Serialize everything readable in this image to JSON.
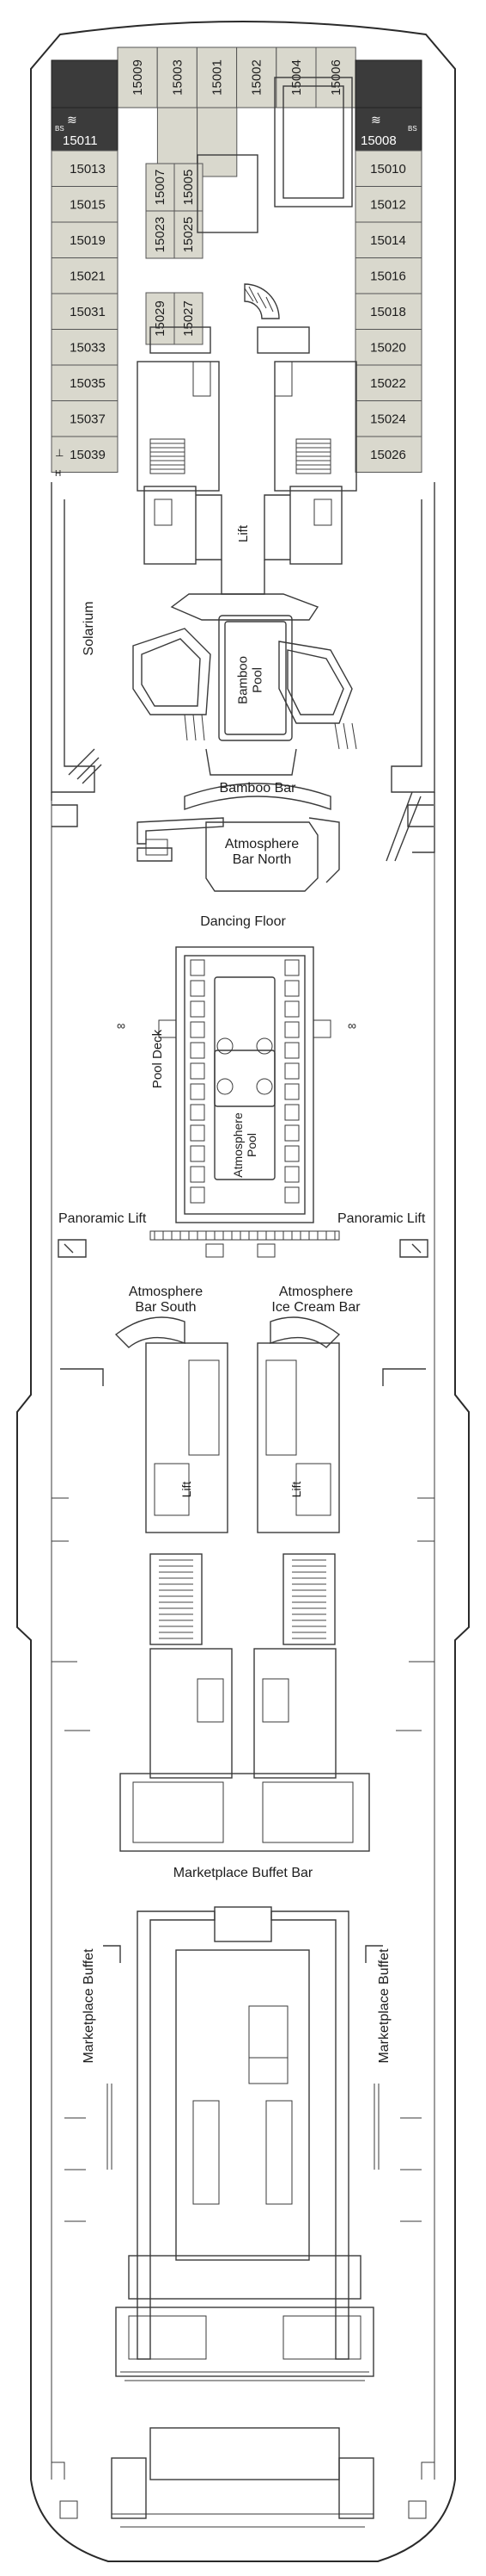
{
  "cabins": {
    "top_row": [
      "15009",
      "15003",
      "15001",
      "15002",
      "15004",
      "15006"
    ],
    "left_column": [
      "15013",
      "15015",
      "15019",
      "15021",
      "15031",
      "15033",
      "15035",
      "15037",
      "15039"
    ],
    "right_column": [
      "15010",
      "15012",
      "15014",
      "15016",
      "15018",
      "15020",
      "15022",
      "15024",
      "15026"
    ],
    "inner_left_a": [
      "15007",
      "15005"
    ],
    "inner_left_b": [
      "15023",
      "15025"
    ],
    "inner_left_c": [
      "15029",
      "15027"
    ],
    "suite_left": "15011",
    "suite_right": "15008",
    "suite_badge": "BS",
    "accessible_badge": "H"
  },
  "venues": {
    "lift": "Lift",
    "solarium": "Solarium",
    "bamboo_pool": "Bamboo Pool",
    "bamboo_bar": "Bamboo Bar",
    "atmosphere_bar_north": "Atmosphere Bar North",
    "dancing_floor": "Dancing Floor",
    "pool_deck": "Pool Deck",
    "atmosphere_pool": "Atmosphere Pool",
    "panoramic_lift_left": "Panoramic Lift",
    "panoramic_lift_right": "Panoramic Lift",
    "atmosphere_bar_south": "Atmosphere Bar South",
    "atmosphere_ice_cream_bar": "Atmosphere Ice Cream Bar",
    "lift_left": "Lift",
    "lift_right": "Lift",
    "marketplace_buffet_bar": "Marketplace Buffet Bar",
    "marketplace_buffet_left": "Marketplace Buffet",
    "marketplace_buffet_right": "Marketplace Buffet"
  },
  "colors": {
    "cabin_fill": "#d9d8cd",
    "suite_fill": "#3b3b3b",
    "line": "#3a3a3a"
  }
}
